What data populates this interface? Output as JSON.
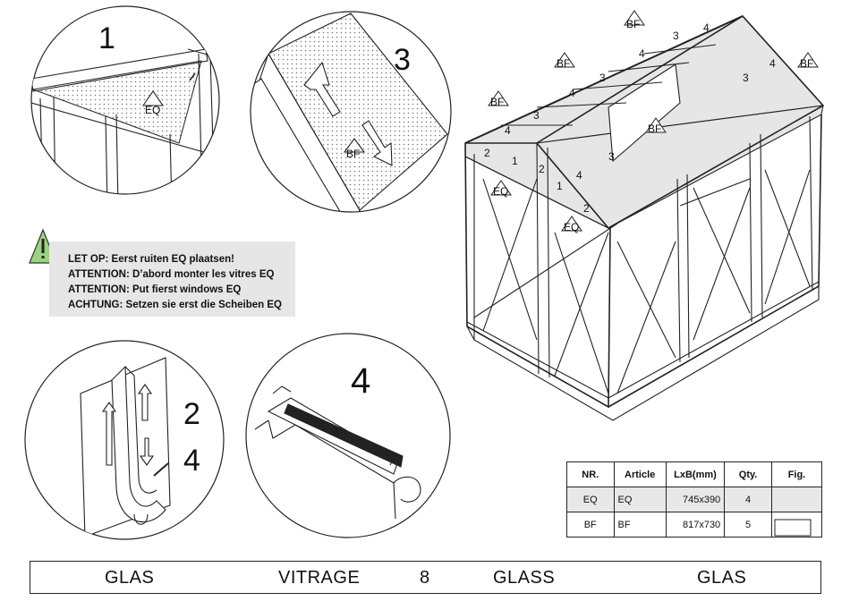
{
  "steps": {
    "step1": "1",
    "step3": "3",
    "step2": "2",
    "step4a": "4",
    "step4b": "4"
  },
  "detail_labels": {
    "eq": "EQ",
    "bf": "BF"
  },
  "greenhouse_labels": {
    "bf": "BF",
    "eq": "EQ",
    "n1": "1",
    "n2": "2",
    "n3": "3",
    "n4": "4"
  },
  "warning": {
    "icon": "warning-triangle-icon",
    "icon_color": "#9bd37e",
    "lines": [
      "LET OP: Eerst ruiten EQ plaatsen!",
      "ATTENTION: D’abord monter les vitres EQ",
      "ATTENTION: Put fierst windows EQ",
      "ACHTUNG: Setzen sie erst die Scheiben EQ"
    ]
  },
  "parts_table": {
    "headers": {
      "nr": "NR.",
      "article": "Article",
      "size": "LxB(mm)",
      "qty": "Qty.",
      "fig": "Fig."
    },
    "rows": [
      {
        "nr": "EQ",
        "article": "EQ",
        "size": "745x390",
        "qty": "4",
        "fig": "triangle-pane-icon"
      },
      {
        "nr": "BF",
        "article": "BF",
        "size": "817x730",
        "qty": "5",
        "fig": "rectangle-pane-icon"
      }
    ]
  },
  "footer": {
    "glas_nl": "GLAS",
    "vitrage": "VITRAGE",
    "page_number": "8",
    "glass": "GLASS",
    "glas_de": "GLAS"
  }
}
